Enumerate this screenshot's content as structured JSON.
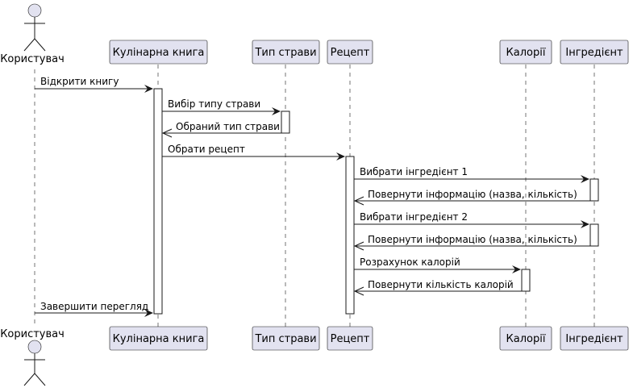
{
  "participants": {
    "user": "Користувач",
    "cookbook": "Кулінарна книга",
    "dishtype": "Тип страви",
    "recipe": "Рецепт",
    "calories": "Калорії",
    "ingredient": "Інгредієнт"
  },
  "messages": {
    "open_book": "Відкрити книгу",
    "choose_type": "Вибір типу страви",
    "chosen_type": "Обраний тип страви",
    "choose_recipe": "Обрати рецепт",
    "pick_ingredient_1": "Вибрати інгредієнт 1",
    "return_info_1": "Повернути інформацію (назва, кількість)",
    "pick_ingredient_2": "Вибрати інгредієнт 2",
    "return_info_2": "Повернути інформацію (назва, кількість)",
    "calc_calories": "Розрахунок калорій",
    "return_calories": "Повернути кількість калорій",
    "finish": "Завершити перегляд"
  },
  "colors": {
    "participant_fill": "#e2e2f0",
    "line": "#181818",
    "background": "#ffffff"
  }
}
